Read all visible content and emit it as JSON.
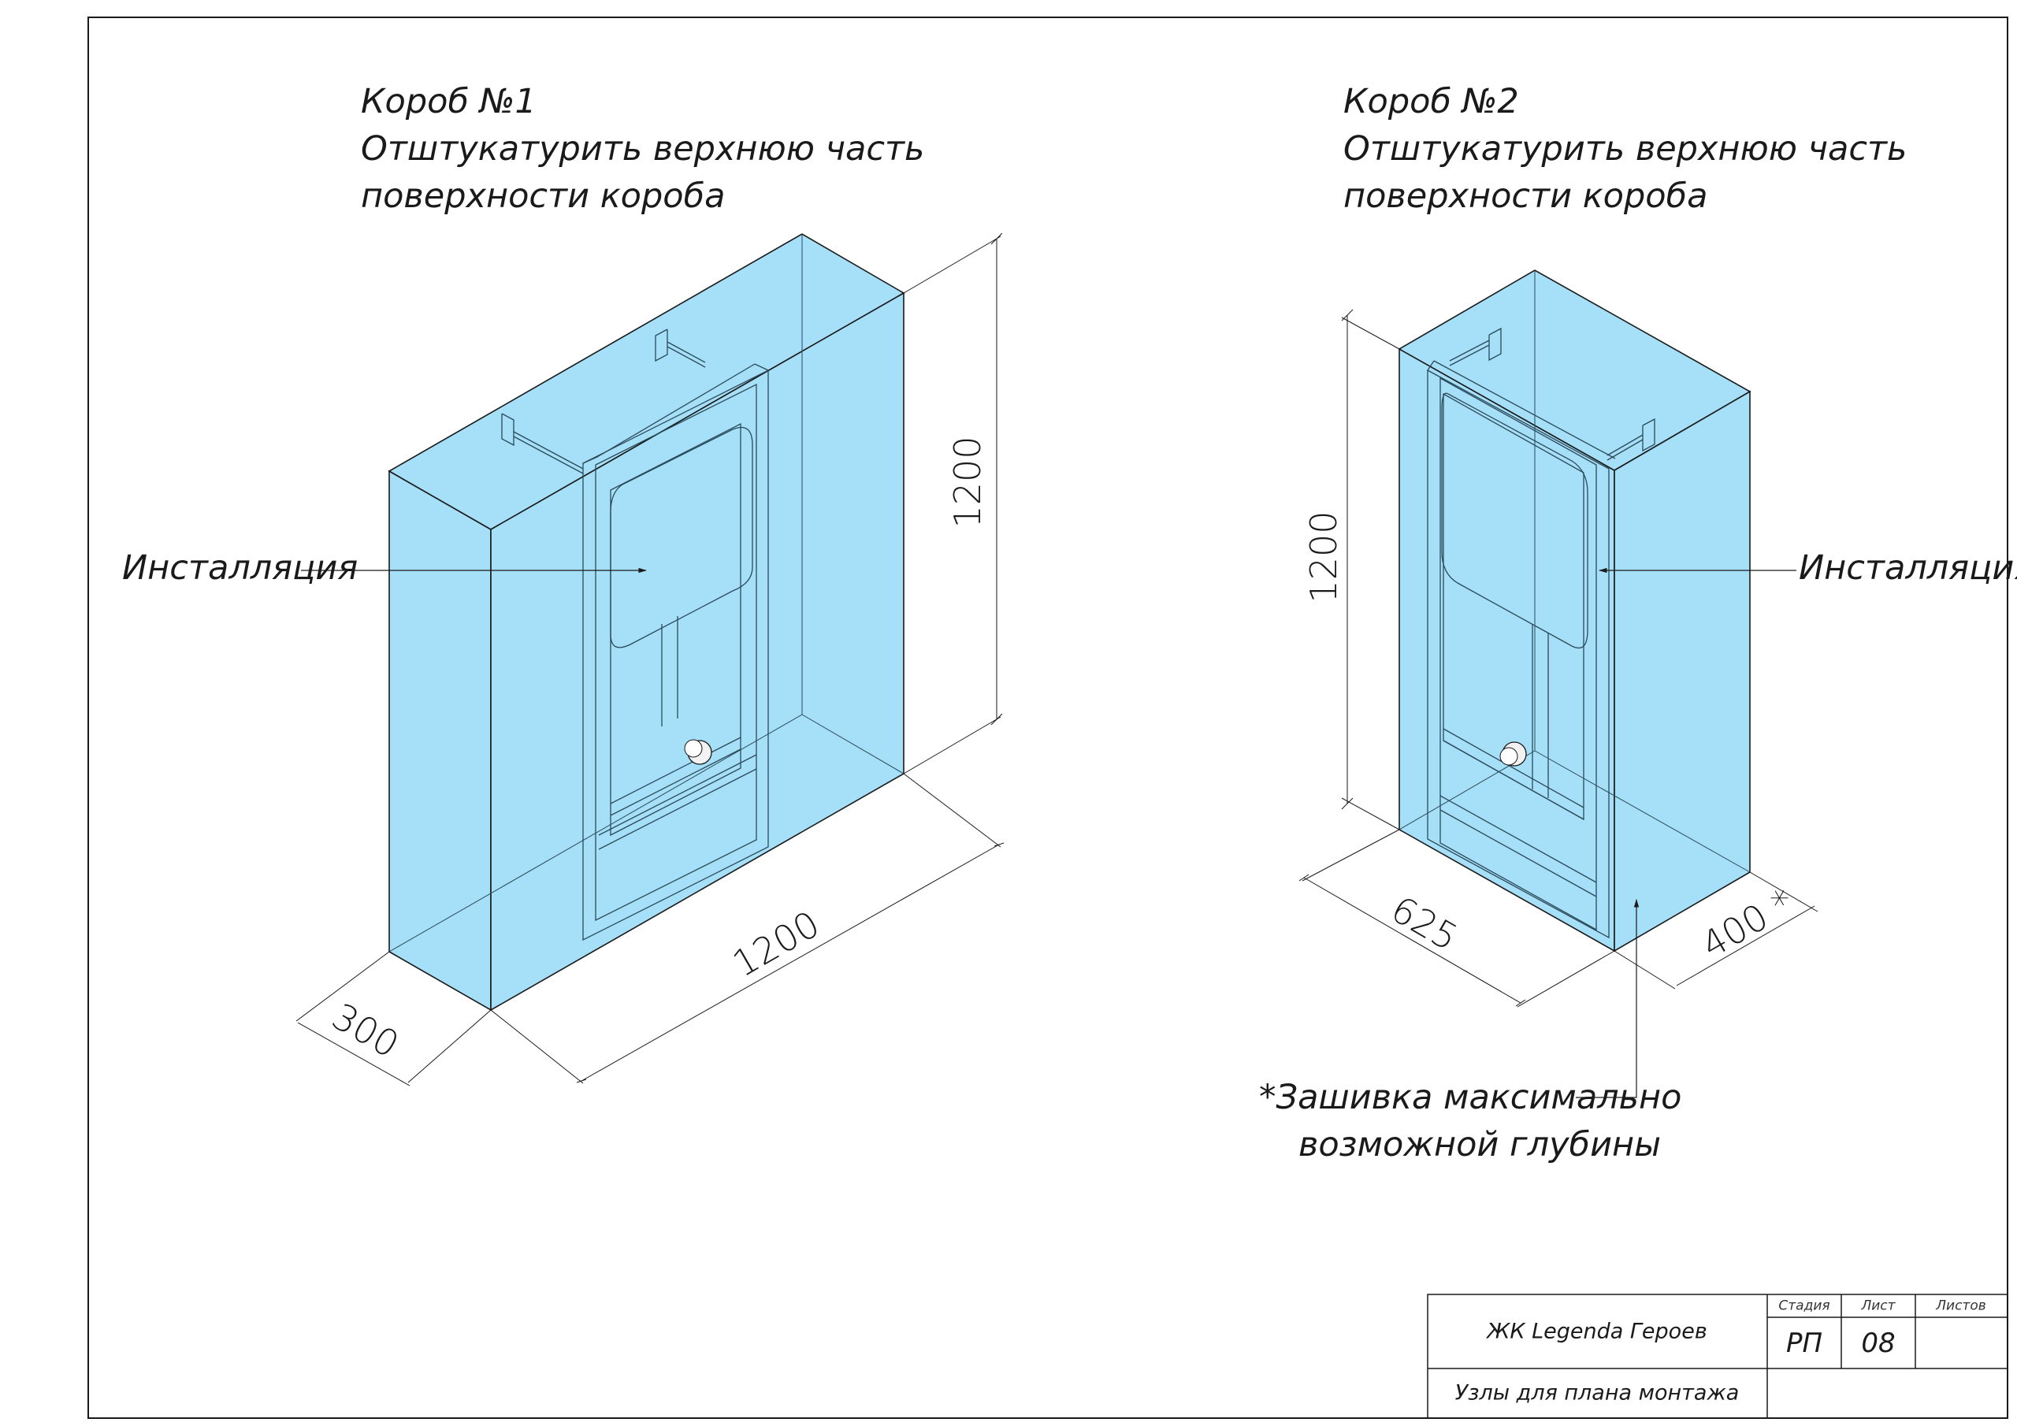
{
  "box1": {
    "title": "Короб №1",
    "note_line1": "Отштукатурить верхнюю часть",
    "note_line2": "поверхности короба",
    "callout": "Инсталляция",
    "dim_height": "1200",
    "dim_width": "1200",
    "dim_depth": "300"
  },
  "box2": {
    "title": "Короб №2",
    "note_line1": "Отштукатурить верхнюю часть",
    "note_line2": "поверхности короба",
    "callout": "Инсталляция",
    "dim_height": "1200",
    "dim_width": "625",
    "dim_depth": "400 *",
    "footnote_line1": "*Зашивка максимально",
    "footnote_line2": "возможной глубины"
  },
  "title_block": {
    "project": "ЖК Legenda Героев",
    "drawing": "Узлы для плана монтажа",
    "stage_header": "Стадия",
    "sheet_header": "Лист",
    "sheets_header": "Листов",
    "stage": "РП",
    "sheet": "08",
    "sheets": ""
  },
  "colors": {
    "box_fill": "#a6dff8",
    "line": "#1a1a1a",
    "frame_line": "#2a4a5a"
  }
}
